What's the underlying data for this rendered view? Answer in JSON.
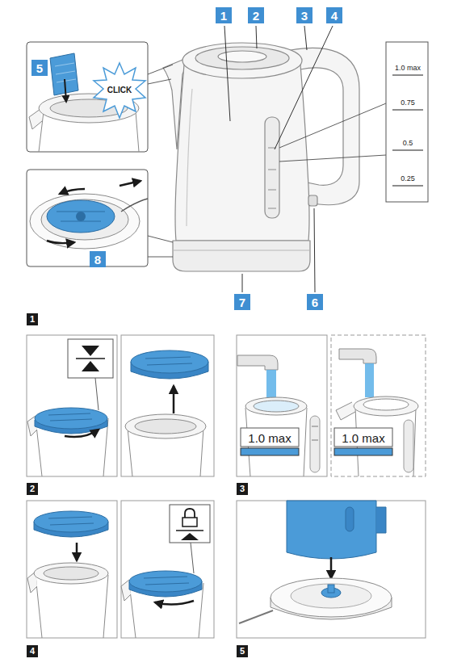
{
  "diagram": {
    "nodes": [
      {
        "text": [
          "1"
        ]
      },
      {
        "text": [
          "2"
        ]
      },
      {
        "text": [
          "3"
        ]
      },
      {
        "text": [
          "4"
        ]
      },
      {
        "text": [
          "5"
        ]
      },
      {
        "text": [
          "8"
        ]
      },
      {
        "text": [
          "7"
        ]
      },
      {
        "text": [
          "6"
        ]
      },
      {
        "text": [
          "1"
        ]
      },
      {
        "text": [
          "2"
        ]
      },
      {
        "text": [
          "3"
        ]
      },
      {
        "text": [
          "4"
        ]
      },
      {
        "text": [
          "5"
        ]
      }
    ],
    "labels": [
      "CLICK",
      "1.0 max",
      "0.75",
      "0.5",
      "0.25",
      "1.0 max",
      "1.0 max"
    ]
  }
}
